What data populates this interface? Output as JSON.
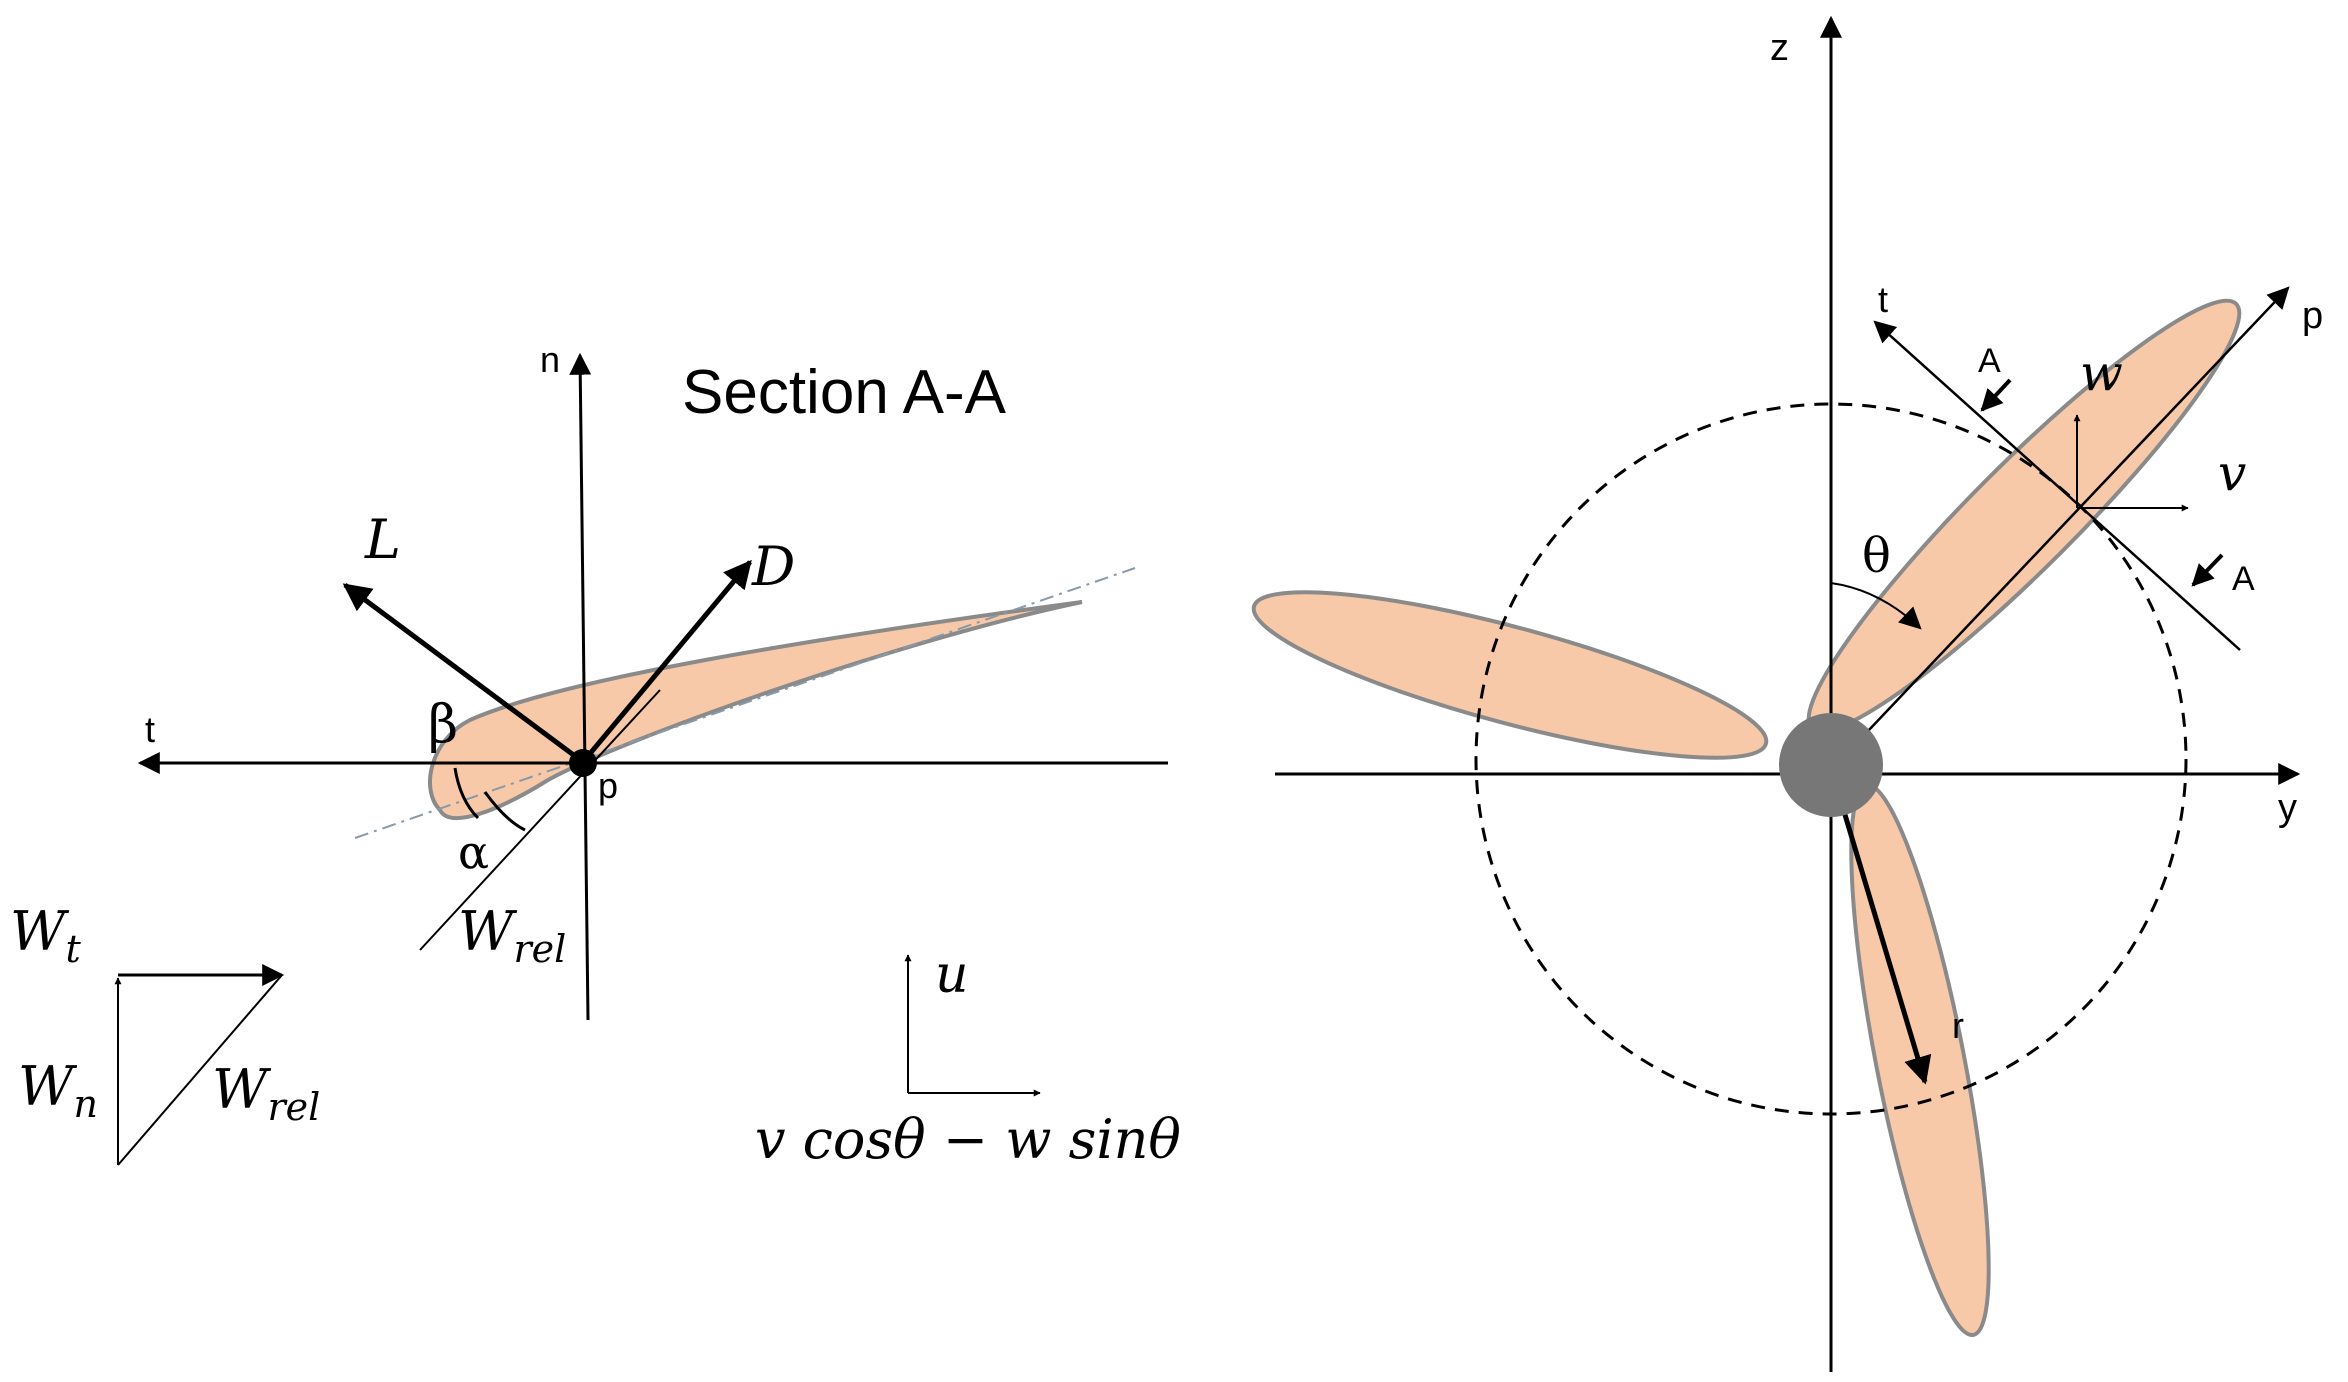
{
  "section_title": "Section A-A",
  "left": {
    "axis_n": "n",
    "axis_t": "t",
    "point_p": "p",
    "lift": "L",
    "drag": "D",
    "beta": "β",
    "alpha": "α",
    "w_rel_main": {
      "base": "W",
      "sub": "rel"
    },
    "triangle": {
      "w_t": {
        "base": "W",
        "sub": "t"
      },
      "w_n": {
        "base": "W",
        "sub": "n"
      },
      "w_rel": {
        "base": "W",
        "sub": "rel"
      }
    },
    "u_label": "u",
    "velocity_expr": "v cosθ − w sinθ"
  },
  "right": {
    "axis_z": "z",
    "axis_y": "y",
    "axis_t": "t",
    "axis_p": "p",
    "section_mark_top": "A",
    "section_mark_bottom": "A",
    "w_label": "w",
    "v_label": "v",
    "theta": "θ",
    "radius": "r"
  },
  "colors": {
    "blade_fill": "#f7c9a8",
    "blade_stroke": "#8a8a8a",
    "hub": "#777777",
    "lines": "#000000"
  }
}
